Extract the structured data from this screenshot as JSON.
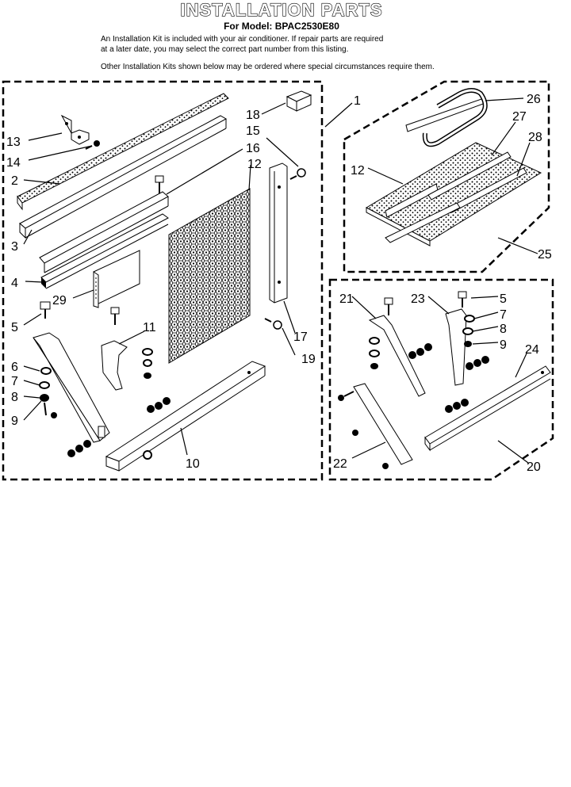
{
  "header": {
    "title": "INSTALLATION PARTS",
    "model": "For Model: BPAC2530E80",
    "intro_line1": "An Installation Kit is included with your air conditioner. If repair parts are required",
    "intro_line2": "at a later date, you may select the correct part number from this listing.",
    "note": "Other Installation Kits shown below may be ordered where special circumstances require them."
  },
  "callouts": {
    "c1": "1",
    "c2": "2",
    "c3": "3",
    "c4": "4",
    "c5": "5",
    "c6": "6",
    "c7": "7",
    "c8": "8",
    "c9": "9",
    "c10": "10",
    "c11": "11",
    "c12": "12",
    "c13": "13",
    "c14": "14",
    "c15": "15",
    "c16": "16",
    "c17": "17",
    "c18": "18",
    "c19": "19",
    "c29": "29",
    "k12": "12",
    "k25": "25",
    "k26": "26",
    "k27": "27",
    "k28": "28",
    "r5": "5",
    "r7": "7",
    "r8": "8",
    "r9": "9",
    "r20": "20",
    "r21": "21",
    "r22": "22",
    "r23": "23",
    "r24": "24"
  }
}
